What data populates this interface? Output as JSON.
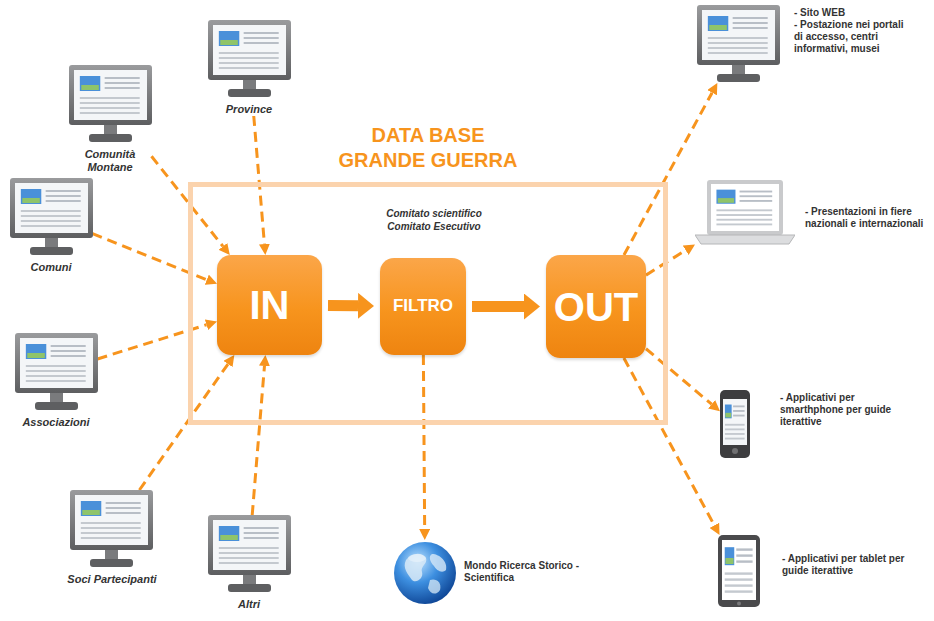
{
  "diagram": {
    "nodes": [
      {
        "text": [
          "DATA BASE GRANDE GUERRA"
        ]
      },
      {
        "text": [
          "IN"
        ],
        "in": 0
      },
      {
        "text": [
          "FILTRO"
        ],
        "in": 0
      },
      {
        "text": [
          "OUT"
        ],
        "in": 0
      },
      {
        "text": [
          "Province"
        ]
      },
      {
        "text": [
          "Comunità Montane"
        ]
      },
      {
        "text": [
          "Comuni"
        ]
      },
      {
        "text": [
          "Associazioni"
        ]
      },
      {
        "text": [
          "Soci Partecipanti"
        ]
      },
      {
        "text": [
          "Altri"
        ]
      },
      {
        "text": [
          "Mondo Ricerca Storico - Scientifica"
        ]
      },
      {
        "text": [
          "- Sito WEB",
          "- Postazione nei portali di accesso, centri informativi, musei"
        ]
      },
      {
        "text": [
          "- Presentazioni in fiere nazionali e internazionali"
        ]
      },
      {
        "text": [
          "- Applicativi per smarthphone per guide iterattive"
        ]
      },
      {
        "text": [
          "- Applicativi per tablet per guide iterattive"
        ]
      }
    ],
    "edges": [
      {
        "from": 4,
        "to": 1,
        "arrow": "to"
      },
      {
        "from": 5,
        "to": 1,
        "arrow": "to"
      },
      {
        "from": 6,
        "to": 1,
        "arrow": "to"
      },
      {
        "from": 7,
        "to": 1,
        "arrow": "to"
      },
      {
        "from": 8,
        "to": 1,
        "arrow": "to"
      },
      {
        "from": 9,
        "to": 1,
        "arrow": "to"
      },
      {
        "from": 1,
        "to": 2,
        "arrow": "to"
      },
      {
        "from": 2,
        "to": 3,
        "arrow": "to"
      },
      {
        "from": 2,
        "to": 10,
        "arrow": "to"
      },
      {
        "from": 3,
        "to": 11,
        "arrow": "to"
      },
      {
        "from": 3,
        "to": 12,
        "arrow": "to"
      },
      {
        "from": 3,
        "to": 13,
        "arrow": "to"
      },
      {
        "from": 3,
        "to": 14,
        "arrow": "to"
      }
    ],
    "labels": [
      "Comitato scientifico Comitato Esecutivo"
    ]
  }
}
